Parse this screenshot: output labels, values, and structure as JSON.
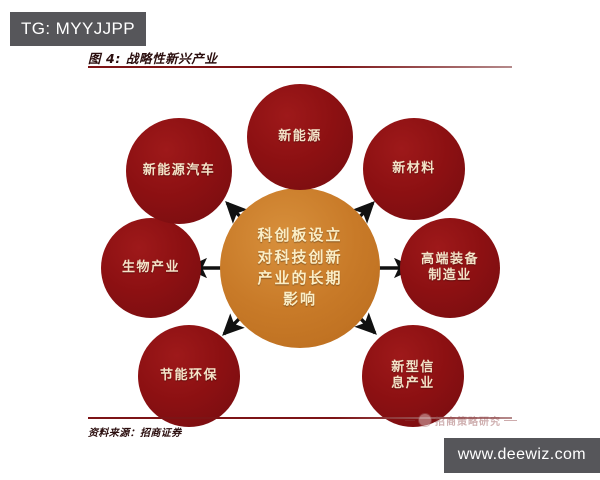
{
  "overlays": {
    "tg_badge": "TG: MYYJJPP",
    "url_badge": "www.deewiz.com"
  },
  "figure": {
    "title": "图 4: 战略性新兴产业",
    "source": "资料来源：招商证券",
    "watermark": "招商策略研究",
    "colors": {
      "satellite_fill": "#8C1012",
      "center_fill": "#C87A28",
      "satellite_text": "#F4E3C8",
      "center_text": "#FBEEC6",
      "rule": "#7D1416",
      "arrow": "#111111",
      "badge_bg": "#56565A"
    }
  },
  "chart_data": {
    "type": "diagram",
    "layout": "hub-and-spoke",
    "title": "图 4: 战略性新兴产业",
    "center": {
      "id": "center",
      "label": "科创板设立\n对科技创新\n产业的长期\n影响",
      "fill": "#C87A28"
    },
    "nodes": [
      {
        "id": "new-energy",
        "label": "新能源",
        "angle_deg": 90,
        "fill": "#8C1012"
      },
      {
        "id": "new-materials",
        "label": "新材料",
        "angle_deg": 45,
        "fill": "#8C1012"
      },
      {
        "id": "high-end-equipment",
        "label": "高端装备\n制造业",
        "angle_deg": 0,
        "fill": "#8C1012"
      },
      {
        "id": "new-information",
        "label": "新型信\n息产业",
        "angle_deg": -45,
        "fill": "#8C1012"
      },
      {
        "id": "energy-saving",
        "label": "节能环保",
        "angle_deg": -135,
        "fill": "#8C1012"
      },
      {
        "id": "bio-industry",
        "label": "生物产业",
        "angle_deg": 180,
        "fill": "#8C1012"
      },
      {
        "id": "new-energy-vehicles",
        "label": "新能源汽车",
        "angle_deg": 135,
        "fill": "#8C1012"
      }
    ],
    "edges": [
      {
        "from": "center",
        "to": "new-energy",
        "style": "arrow"
      },
      {
        "from": "center",
        "to": "new-materials",
        "style": "arrow"
      },
      {
        "from": "center",
        "to": "high-end-equipment",
        "style": "arrow"
      },
      {
        "from": "center",
        "to": "new-information",
        "style": "arrow"
      },
      {
        "from": "center",
        "to": "energy-saving",
        "style": "arrow"
      },
      {
        "from": "center",
        "to": "bio-industry",
        "style": "arrow"
      },
      {
        "from": "center",
        "to": "new-energy-vehicles",
        "style": "arrow"
      }
    ],
    "source": "资料来源：招商证券"
  }
}
